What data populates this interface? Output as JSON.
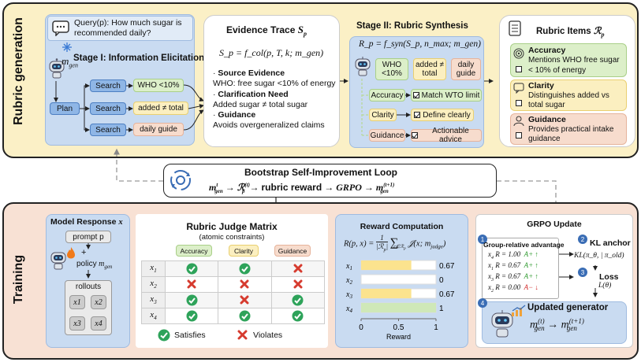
{
  "sections": {
    "top": "Rubric generation",
    "bottom": "Training"
  },
  "query": {
    "text_line1": "Query(p): How much sugar is",
    "text_line2": "recommended daily?"
  },
  "stage1": {
    "title": "Stage I: Information Elicitation",
    "generator": "m",
    "generator_sub": "gen",
    "plan": "Plan",
    "search": [
      "Search",
      "Search",
      "Search"
    ],
    "outputs": [
      "WHO <10%",
      "added ≠ total",
      "daily guide"
    ]
  },
  "evidence": {
    "title": "Evidence Trace",
    "symbol": "S",
    "symbol_sub": "p",
    "formula": "S_p = f_col(p, T, k; m_gen)",
    "items": [
      {
        "head": "Source Evidence",
        "body": "WHO: free sugar <10% of energy"
      },
      {
        "head": "Clarification Need",
        "body": "Added sugar ≠ total sugar"
      },
      {
        "head": "Guidance",
        "body": "Avoids overgeneralized claims"
      }
    ]
  },
  "stage2": {
    "title": "Stage II: Rubric Synthesis",
    "formula": "R_p = f_syn(S_p, n_max; m_gen)",
    "chips": [
      "WHO <10%",
      "added ≠ total",
      "daily guide"
    ],
    "rows": [
      {
        "label": "Accuracy",
        "check": "Match WTO limit"
      },
      {
        "label": "Clarity",
        "check": "Define clearly"
      },
      {
        "label": "Guidance",
        "check": "Actionable advice"
      }
    ]
  },
  "rubric_items": {
    "title": "Rubric Items",
    "items": [
      {
        "name": "Accuracy",
        "line1": "Mentions WHO free sugar",
        "line2": "< 10% of energy",
        "icon": "target-icon"
      },
      {
        "name": "Clarity",
        "line1": "Distinguishes added vs",
        "line2": "total sugar",
        "icon": "speech-bubble-icon"
      },
      {
        "name": "Guidance",
        "line1": "Provides practical intake",
        "line2": "guidance",
        "icon": "person-icon"
      }
    ]
  },
  "loop": {
    "title": "Bootstrap Self-Improvement Loop",
    "formula": "m^t_gen → R^(t)_p → rubric reward → GRPO → m^(t+1)_gen"
  },
  "model_response": {
    "title": "Model Response",
    "var": "x",
    "prompt": "prompt p",
    "plus": "+",
    "policy": "policy m_gen",
    "rollouts": "rollouts",
    "cells": [
      "x1",
      "x2",
      "x3",
      "x4"
    ]
  },
  "judge": {
    "title": "Rubric Judge Matrix",
    "subtitle": "(atomic constraints)",
    "columns": [
      "Accuracy",
      "Clarity",
      "Guidance"
    ],
    "rows": [
      {
        "label": "x1",
        "cells": [
          true,
          true,
          false
        ]
      },
      {
        "label": "x2",
        "cells": [
          false,
          false,
          false
        ]
      },
      {
        "label": "x3",
        "cells": [
          true,
          false,
          true
        ]
      },
      {
        "label": "x4",
        "cells": [
          true,
          true,
          true
        ]
      }
    ],
    "legend_satisfies": "Satisfies",
    "legend_violates": "Violates"
  },
  "reward": {
    "title": "Reward Computation",
    "formula": "R(p,x) = 1/|R_p| Σ J(x; m_judge)",
    "xlabel": "Reward"
  },
  "chart_data": {
    "type": "bar",
    "title": "Reward Computation",
    "categories": [
      "x1",
      "x2",
      "x3",
      "x4"
    ],
    "values": [
      0.67,
      0,
      0.67,
      1
    ],
    "value_labels": [
      "0.67",
      "0",
      "0.67",
      "1"
    ],
    "xlabel": "Reward",
    "xlim": [
      0,
      1
    ],
    "ticks": [
      "0",
      "0.5",
      "1"
    ],
    "colors": [
      "#fbe38e",
      "#fbe38e",
      "#fbe38e",
      "#cfe8b8"
    ]
  },
  "grpo": {
    "title": "GRPO Update",
    "adv_title": "Group-relative advantage",
    "adv_rows": [
      {
        "x": "x4",
        "r": "R = 1.00",
        "a": "A+ ↑",
        "color": "#2e9a2e"
      },
      {
        "x": "x1",
        "r": "R = 0.67",
        "a": "A+ ↑",
        "color": "#2e9a2e"
      },
      {
        "x": "x3",
        "r": "R = 0.67",
        "a": "A+ ↑",
        "color": "#2e9a2e"
      },
      {
        "x": "x2",
        "r": "R = 0.00",
        "a": "A− ↓",
        "color": "#d12b2b"
      }
    ],
    "kl_title": "KL anchor",
    "kl_formula": "KL(π_θ, | π_old)",
    "loss_title": "Loss",
    "loss_formula": "L(θ)",
    "updated_title": "Updated generator",
    "updated_formula": "m^(t)_gen → m^(t+1)_gen",
    "steps": [
      "1",
      "2",
      "3",
      "4"
    ]
  },
  "colors": {
    "top_bg": "#fbf0c6",
    "bottom_bg": "#f8e1d4",
    "blue_panel": "#c9dbf1",
    "check_green": "#2ea35a",
    "cross_red": "#d63b2f"
  }
}
